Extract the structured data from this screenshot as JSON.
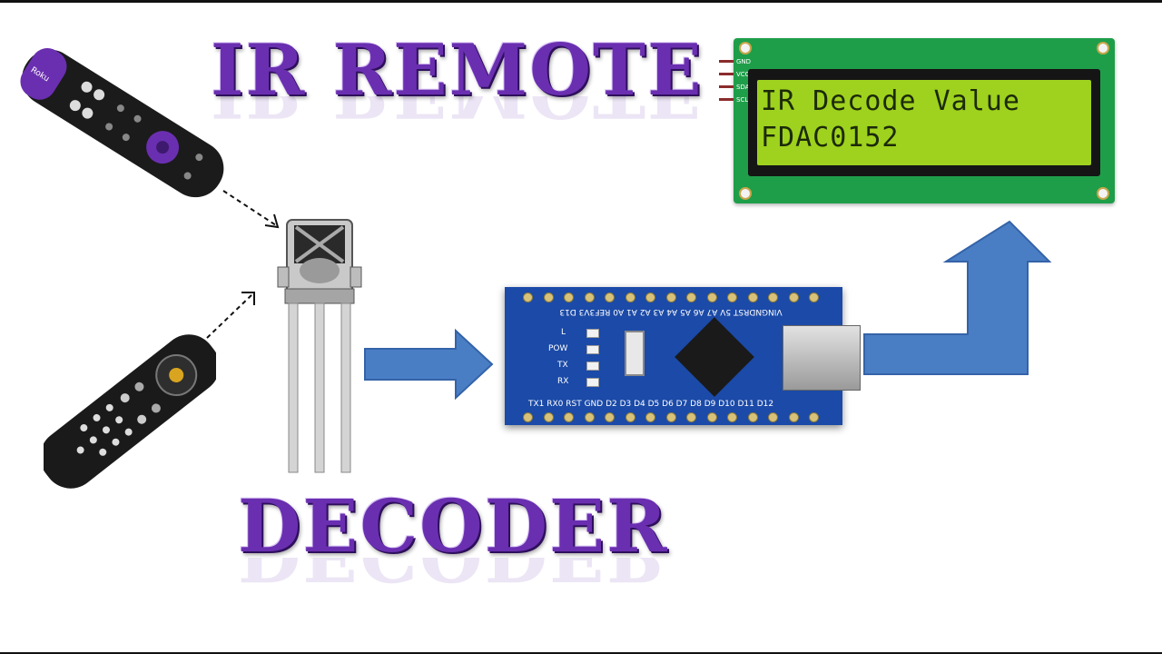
{
  "titles": {
    "top": "IR REMOTE",
    "bottom": "DECODER"
  },
  "lcd": {
    "line1": "IR Decode Value",
    "line2": "FDAC0152",
    "pins": [
      "GND",
      "VCC",
      "SDA",
      "SCL"
    ]
  },
  "board": {
    "top_labels": [
      "RST",
      "GND",
      "VIN",
      "5V",
      "A7",
      "A6",
      "A5",
      "A4",
      "A3",
      "A2",
      "A1",
      "A0",
      "REF",
      "3V3",
      "D13"
    ],
    "top_strip": "VINGNDRST 5V A7 A6 A5 A4 A3 A2 A1 A0 REF3V3 D13",
    "bottom_strip": "TX1 RX0 RST GND D2 D3 D4 D5 D6 D7 D8 D9 D10 D11 D12",
    "led_labels": [
      "L",
      "POW",
      "TX",
      "RX"
    ]
  },
  "remotes": {
    "top_brand": "Roku"
  },
  "colors": {
    "title": "#6a2fb0",
    "arrow": "#4a7ec4",
    "lcd_screen": "#9ed21e",
    "lcd_board": "#1f9e4a",
    "board": "#1b4aa8"
  }
}
